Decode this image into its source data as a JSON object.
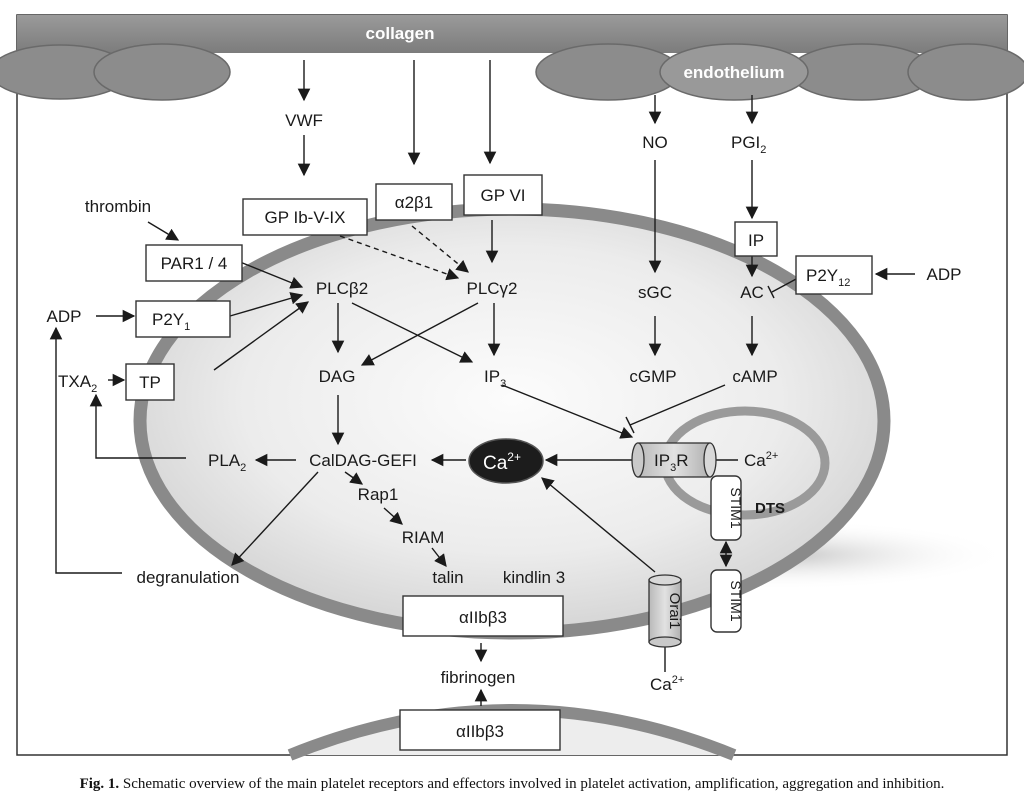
{
  "top_band_label": "collagen",
  "endothelium_label": "endothelium",
  "nodes": {
    "vwf": "VWF",
    "thrombin": "thrombin",
    "adp_left": "ADP",
    "txa": "TXA",
    "txa_sub": "2",
    "gp_ib": "GP Ib-V-IX",
    "a2b1": "α2β1",
    "gp_vi": "GP VI",
    "par": "PAR1 / 4",
    "p2y1": "P2Y",
    "p2y1_sub": "1",
    "tp": "TP",
    "plcb2": "PLCβ2",
    "plcg2": "PLCγ2",
    "dag": "DAG",
    "ip3": "IP",
    "ip3_sub": "3",
    "no": "NO",
    "pgi": "PGI",
    "pgi_sub": "2",
    "ip": "IP",
    "p2y12": "P2Y",
    "p2y12_sub": "12",
    "adp_right": "ADP",
    "sgc": "sGC",
    "ac": "AC",
    "cgmp": "cGMP",
    "camp": "cAMP",
    "pla": "PLA",
    "pla_sub": "2",
    "caldag": "CalDAG-GEFI",
    "ca_core": "Ca",
    "ca_core_sup": "2+",
    "ip3r": "IP",
    "ip3r_sub": "3",
    "ip3r_tail": "R",
    "ca_dts": "Ca",
    "ca_dts_sup": "2+",
    "dts": "DTS",
    "stim1_top": "STIM1",
    "stim1_bottom": "STIM1",
    "rap1": "Rap1",
    "riam": "RIAM",
    "talin": "talin",
    "kindlin": "kindlin 3",
    "degranulation": "degranulation",
    "integrin_top": "αIIbβ3",
    "orai1": "Orai1",
    "ca_out": "Ca",
    "ca_out_sup": "2+",
    "fibrinogen": "fibrinogen",
    "integrin_bottom": "αIIbβ3"
  },
  "caption": {
    "label": "Fig. 1.",
    "text": " Schematic overview of the main platelet receptors and effectors involved in platelet activation, amplification, aggregation and inhibition."
  },
  "colors": {
    "band": "#8f8f8f",
    "membrane": "#8a8a8a",
    "cytoplasm_light": "#fbfbfb",
    "cytoplasm_dark": "#d2d2d2",
    "calcium_fill": "#1c1c1c",
    "channel_fill": "#c9c9c9"
  }
}
